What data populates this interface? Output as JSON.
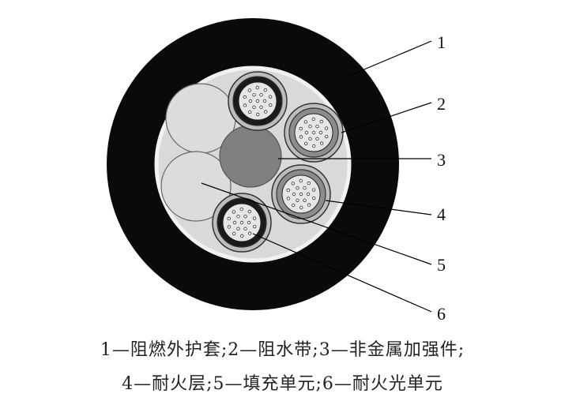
{
  "callouts": [
    "1",
    "2",
    "3",
    "4",
    "5",
    "6"
  ],
  "caption": {
    "line1": "1—阻燃外护套;2—阻水带;3—非金属加强件;",
    "line2": "4—耐火层;5—填充单元;6—耐火光单元"
  },
  "colors": {
    "jacket": "#0a0a0a",
    "core_fill": "#d9d9d9",
    "strength_member": "#808080",
    "filler": "#dcdcdc",
    "fire_layer": "#bdbdbd"
  }
}
